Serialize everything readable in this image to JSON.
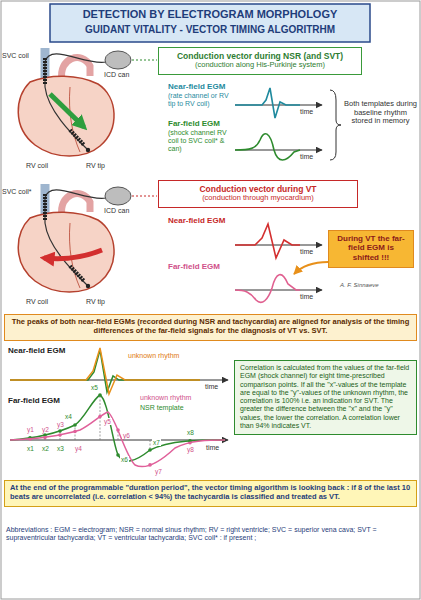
{
  "diagram": {
    "title": "DETECTION BY ELECTROGRAM MORPHOLOGY",
    "nodes": [
      {
        "text": [
          "Conduction vector during NSR (and SVT)",
          "(conduction along His-Purkinje system)"
        ]
      },
      {
        "text": [
          "Conduction vector during VT",
          "(conduction through myocardium)"
        ]
      },
      {
        "text": [
          "During VT the far-field EGM is shifted !!!"
        ]
      },
      {
        "text": [
          "The peaks of both near-field EGMs (recorded during NSR and tachycardia) are aligned for analysis of the timing differences of the far-field signals for the diagnosis of VT vs. SVT."
        ]
      },
      {
        "text": [
          "Correlation is calculated from the values of the far-field EGM (shock channel) for eight time-prescribed comparison points. If all the \"x\"-values of the template are equal to the \"y\"-values of the unknown rhythm, the correlation is 100% i.e. an indication for SVT. The greater the difference between the \"x\" and the \"y\" values, the lower the correlation. A correlation lower than 94% indicates VT."
        ]
      },
      {
        "text": [
          "At the end of the programmable \"duration period\", the vector timing algorithm is looking back : if 8 of the last 10 beats are uncorrelated (i.e. correlation < 94%) the tachycardia is classified and treated as VT."
        ]
      }
    ],
    "labels": [
      "GUIDANT VITALITY - VECTOR TIMING ALGORITRHM",
      "SVC coil",
      "ICD can",
      "RV coil",
      "RV tip",
      "Near-field EGM",
      "(rate channel or RV tip to RV coil)",
      "time",
      "Far-field EGM",
      "(shock channel RV coil to SVC coil* & can)",
      "time",
      "Both templates during baseline rhythm stored in memory",
      "SVC coil*",
      "ICD can",
      "RV coil",
      "RV tip",
      "Near-field EGM",
      "time",
      "Far-field EGM",
      "time",
      "A. F. Sinnaeve",
      "Near-field EGM",
      "unknown rhythm",
      "time",
      "Far-field EGM",
      "unknown rhythm",
      "NSR template",
      "time",
      "x1",
      "x2",
      "x3",
      "x4",
      "x5",
      "x6",
      "x7",
      "x8",
      "y1",
      "y2",
      "y3",
      "y4",
      "y5",
      "y6",
      "y7",
      "y8",
      "Abbreviations : EGM = electrogram; NSR = normal sinus rhythm; RV = right ventricle; SVC = superior vena cava; SVT = supraventricular tachycardia; VT = ventricular tachycardia; SVC coil* : if present ;"
    ]
  }
}
